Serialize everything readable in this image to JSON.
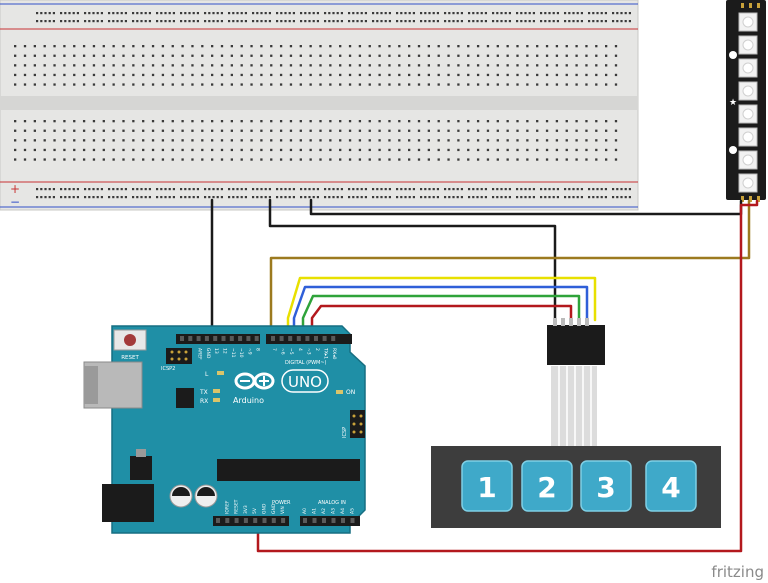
{
  "breadboard": {
    "rail_plus": "+",
    "rail_minus": "−"
  },
  "arduino": {
    "reset_label": "RESET",
    "icsp2_label": "ICSP2",
    "icsp_label": "ICSP",
    "l_label": "L",
    "tx_label": "TX",
    "rx_label": "RX",
    "on_label": "ON",
    "brand": "Arduino",
    "model": "UNO",
    "digital_label": "DIGITAL (PWM~)",
    "power_label": "POWER",
    "analog_label": "ANALOG IN",
    "top_pins": [
      "AREF",
      "GND",
      "13",
      "12",
      "~11",
      "~10",
      "~9",
      "8",
      "7",
      "~6",
      "~5",
      "4",
      "~3",
      "2",
      "TX▸1",
      "RX◂0"
    ],
    "power_pins": [
      "IOREF",
      "RESET",
      "3V3",
      "5V",
      "GND",
      "GND",
      "VIN"
    ],
    "analog_pins": [
      "A0",
      "A1",
      "A2",
      "A3",
      "A4",
      "A5"
    ]
  },
  "keypad": {
    "keys": [
      "1",
      "2",
      "3",
      "4"
    ],
    "key_color": "#3fa9c9",
    "body_color": "#3d3d3d"
  },
  "led_strip": {
    "led_count": 8
  },
  "wires": {
    "colors": {
      "black": "#1a1a1a",
      "brown": "#9c7a1f",
      "red": "#b3181d",
      "yellow": "#e8e000",
      "blue": "#2f5fd8",
      "green": "#2fa33a"
    }
  },
  "footer": {
    "watermark": "fritzing"
  }
}
